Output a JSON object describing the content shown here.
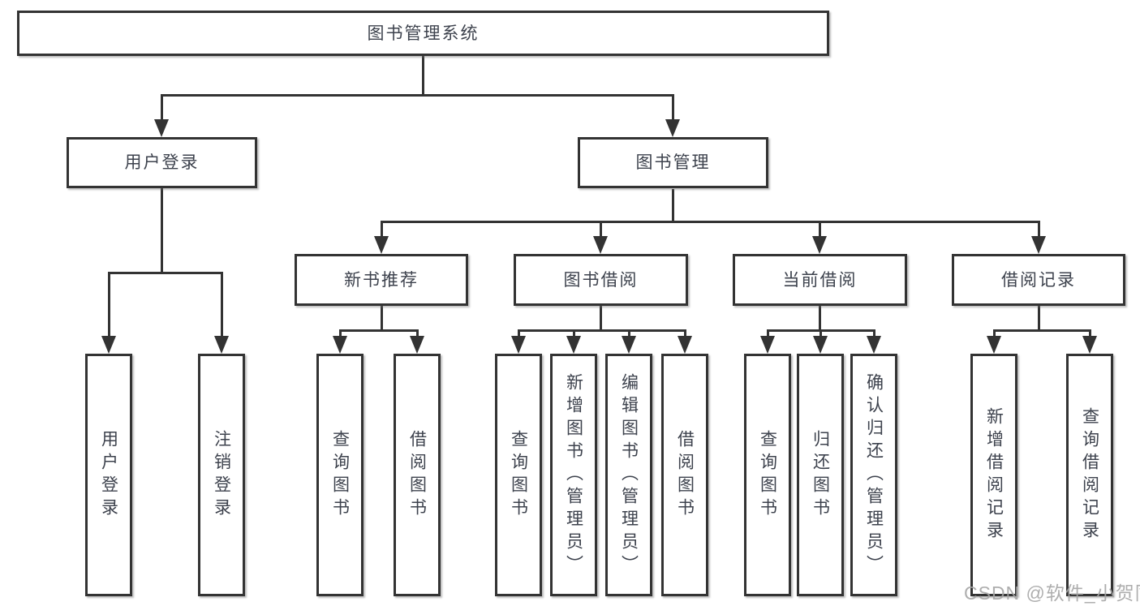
{
  "diagram": {
    "root": {
      "label": "图书管理系统"
    },
    "level2": [
      {
        "label": "用户登录"
      },
      {
        "label": "图书管理"
      }
    ],
    "level3": [
      {
        "label": "新书推荐"
      },
      {
        "label": "图书借阅"
      },
      {
        "label": "当前借阅"
      },
      {
        "label": "借阅记录"
      }
    ],
    "leaves": [
      {
        "label": "用户登录"
      },
      {
        "label": "注销登录"
      },
      {
        "label": "查询图书"
      },
      {
        "label": "借阅图书"
      },
      {
        "label": "查询图书"
      },
      {
        "label": "新增图书（管理员）"
      },
      {
        "label": "编辑图书（管理员）"
      },
      {
        "label": "借阅图书"
      },
      {
        "label": "查询图书"
      },
      {
        "label": "归还图书"
      },
      {
        "label": "确认归还（管理员）"
      },
      {
        "label": "新增借阅记录"
      },
      {
        "label": "查询借阅记录"
      }
    ],
    "colors": {
      "line": "#333333",
      "text": "#3d424d",
      "watermark": "#a6a6a6",
      "background": "#ffffff"
    }
  },
  "watermark": {
    "text": "CSDN @软件_小贺同学"
  }
}
